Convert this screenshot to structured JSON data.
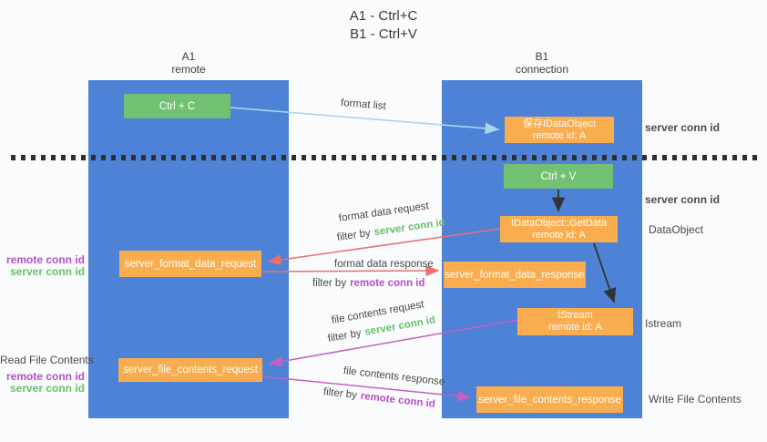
{
  "title": {
    "line1": "A1 - Ctrl+C",
    "line2": "B1 - Ctrl+V"
  },
  "lifelines": {
    "left": {
      "name": "A1",
      "role": "remote"
    },
    "right": {
      "name": "B1",
      "role": "connection"
    }
  },
  "nodes": {
    "ctrl_c": {
      "label": "Ctrl + C"
    },
    "ctrl_v": {
      "label": "Ctrl + V"
    },
    "save_dataobject": {
      "line1": "保存IDataObject",
      "line2": "remote id: A"
    },
    "getdata": {
      "line1": "IDataObject::GetData",
      "line2": "remote id: A"
    },
    "istream": {
      "line1": "IStream",
      "line2": "remote id: A"
    },
    "server_format_data_request": {
      "label": "server_format_data_request"
    },
    "server_format_data_response": {
      "label": "server_format_data_response"
    },
    "server_file_contents_request": {
      "label": "server_file_contents_request"
    },
    "server_file_contents_response": {
      "label": "server_file_contents_response"
    }
  },
  "arrows": {
    "format_list": {
      "label": "format list",
      "color": "#a9d4f0"
    },
    "format_data_request": {
      "label": "format data request",
      "filter_prefix": "filter by",
      "filter_key": "server conn id",
      "color": "#e8706f"
    },
    "format_data_response": {
      "label": "format data response",
      "filter_prefix": "filter by",
      "filter_key": "remote conn id",
      "color": "#e8706f"
    },
    "file_contents_request": {
      "label": "file contents request",
      "filter_prefix": "filter by",
      "filter_key": "server conn id",
      "color": "#c360c3"
    },
    "file_contents_response": {
      "label": "file contents response",
      "filter_prefix": "filter by",
      "filter_key": "remote conn id",
      "color": "#c360c3"
    }
  },
  "side_labels": {
    "right_server_conn_id_top": "server conn id",
    "right_server_conn_id_mid": "server conn id",
    "dataobject": "DataObject",
    "istream": "Istream",
    "write_file_contents": "Write File Contents",
    "read_file_contents": "Read File Contents",
    "left_remote_conn_id_mid": "remote conn id",
    "left_server_conn_id_mid": "server conn id",
    "left_remote_conn_id_bottom": "remote conn id",
    "left_server_conn_id_bottom": "server conn id"
  },
  "colors": {
    "lifeline_blue": "#4d82d6",
    "box_green": "#72c072",
    "box_orange": "#f9ad4e",
    "arrow_light_blue": "#a9d4f0",
    "arrow_red": "#e8706f",
    "arrow_magenta": "#c360c3",
    "arrow_black": "#333333",
    "text_green": "#6abf69",
    "text_purple": "#b44fc8",
    "background": "#fafbfc"
  }
}
